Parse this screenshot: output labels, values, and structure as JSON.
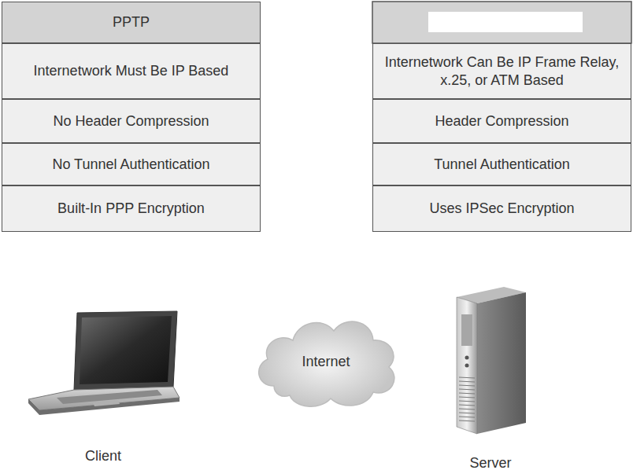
{
  "diagram": {
    "nodes": [
      {
        "text": [
          "PPTP"
        ]
      },
      {
        "text": [
          "Internetwork Must Be IP Based"
        ]
      },
      {
        "text": [
          "Internetwork Can Be IP Frame Relay, x.25, or ATM Based"
        ]
      },
      {
        "text": [
          "No Header Compression"
        ]
      },
      {
        "text": [
          "Header Compression"
        ]
      },
      {
        "text": [
          "No Tunnel Authentication"
        ]
      },
      {
        "text": [
          "Tunnel Authentication"
        ]
      },
      {
        "text": [
          "Built-In PPP Encryption"
        ]
      },
      {
        "text": [
          "Uses IPSec Encryption"
        ]
      },
      {
        "text": [
          "Internet"
        ]
      }
    ],
    "labels": [
      "Client",
      "Server"
    ]
  }
}
